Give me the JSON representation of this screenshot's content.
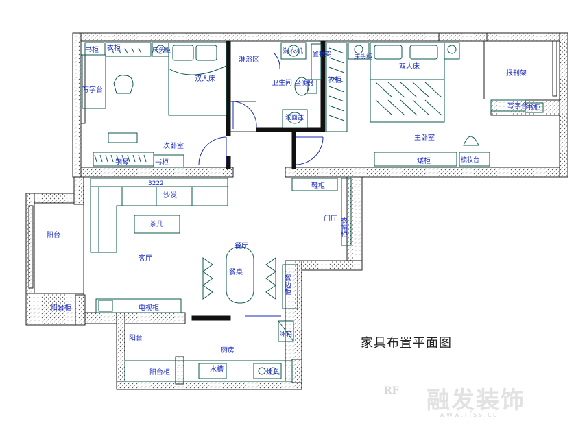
{
  "title": "家具布置平面图",
  "watermark": {
    "logo": "RF",
    "brand": "融发装饰",
    "url": "www.rfss.cc"
  },
  "colors": {
    "wall": "#222222",
    "hatch": "#555555",
    "furniture": "#0b5a4a",
    "label": "#1f2fc8",
    "door": "#1a2bb0"
  },
  "labels": {
    "bookcase_nw": "书柜",
    "wardrobe_n": "衣柜",
    "nightstand_l": "床头柜",
    "double_bed_l": "双人床",
    "writing_desk_l": "写字台",
    "piano": "钢琴",
    "second_bedroom": "次卧室",
    "bookcase_s": "书柜",
    "washing_area": "淋浴区",
    "washer": "洗衣机",
    "bathroom": "卫生间",
    "shelf": "置物架",
    "toilet": "坐便器",
    "basin": "洗面盆",
    "wardrobe_m": "衣柜",
    "nightstand_r": "床头柜",
    "double_bed_r": "双人床",
    "master_bedroom": "主卧室",
    "cabinet_m": "矮柜",
    "dresser": "梳妆台",
    "reading_rack": "报刊架",
    "writing_desk_r": "写字台",
    "bookcase_r": "书柜",
    "sofa": "沙发",
    "sofa_dim": "3222",
    "coffee_table": "茶几",
    "balcony_w": "阳台",
    "living_room": "客厅",
    "dining_room": "餐厅",
    "dining_table": "餐桌",
    "shoe_cabinet": "鞋柜",
    "entry": "门厅",
    "wardrobe_e": "衣帽柜",
    "sideboard": "餐边柜",
    "balcony_cab_w": "阳台柜",
    "tv_cabinet": "电视柜",
    "fridge": "冰箱",
    "balcony_s": "阳台",
    "kitchen": "厨房",
    "balcony_cab_s": "阳台柜",
    "sink": "水槽",
    "stove": "灶具"
  }
}
